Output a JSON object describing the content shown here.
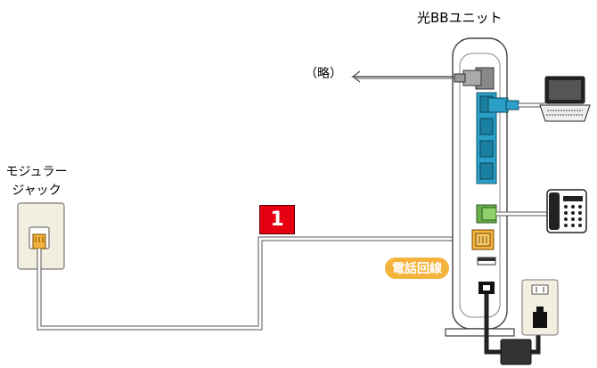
{
  "unit": {
    "title": "光BBユニット"
  },
  "omit_label": "（略）",
  "modular_jack": {
    "label_line1": "モジュラー",
    "label_line2": "ジャック"
  },
  "step": {
    "number": "1"
  },
  "phone_line_tag": "電話回線",
  "colors": {
    "step_badge": "#e60012",
    "phone_line_tag": "#f3b33d",
    "lan_port": "#2aa0c8",
    "phone_port": "#6ab04c",
    "line_port": "#f3b33d",
    "cable": "#333333"
  },
  "icons": [
    "laptop-icon",
    "telephone-icon",
    "wall-outlet-icon",
    "ac-adapter-icon",
    "modular-jack-icon"
  ]
}
